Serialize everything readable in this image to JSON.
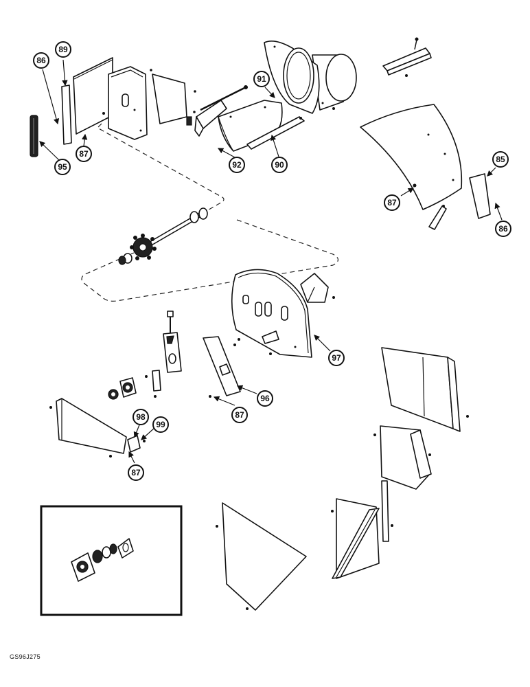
{
  "diagram": {
    "figure_code": "GS96J275",
    "callouts": [
      "86",
      "89",
      "87",
      "95",
      "91",
      "92",
      "90",
      "85",
      "87",
      "86",
      "97",
      "96",
      "87",
      "98",
      "99",
      "87"
    ]
  }
}
